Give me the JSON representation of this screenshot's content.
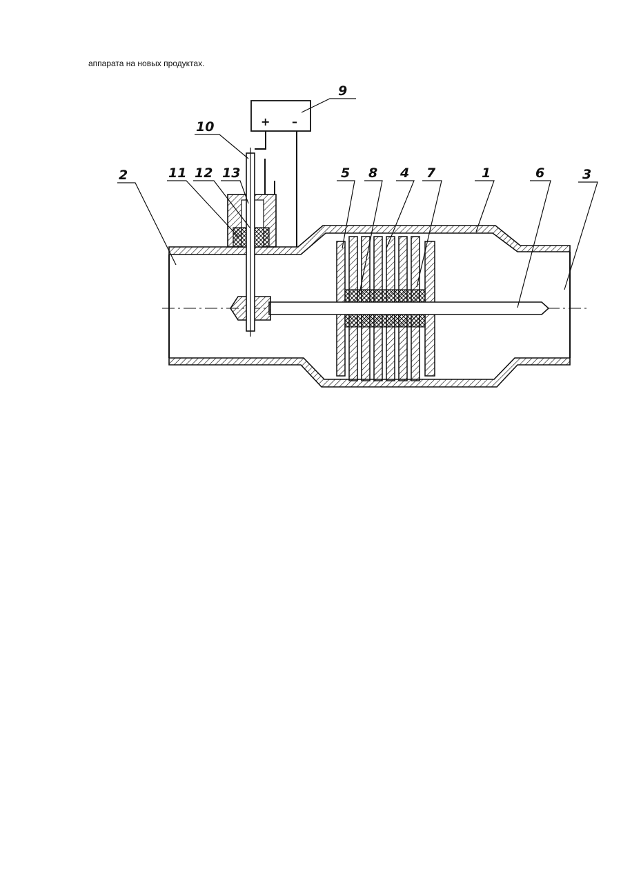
{
  "document": {
    "intro_text": "аппарата на новых продуктах."
  },
  "diagram": {
    "power_source": {
      "plus": "+",
      "minus": "–"
    },
    "labels": {
      "l1": "1",
      "l2": "2",
      "l3": "3",
      "l4": "4",
      "l5": "5",
      "l6": "6",
      "l7": "7",
      "l8": "8",
      "l9": "9",
      "l10": "10",
      "l11": "11",
      "l12": "12",
      "l13": "13"
    }
  }
}
